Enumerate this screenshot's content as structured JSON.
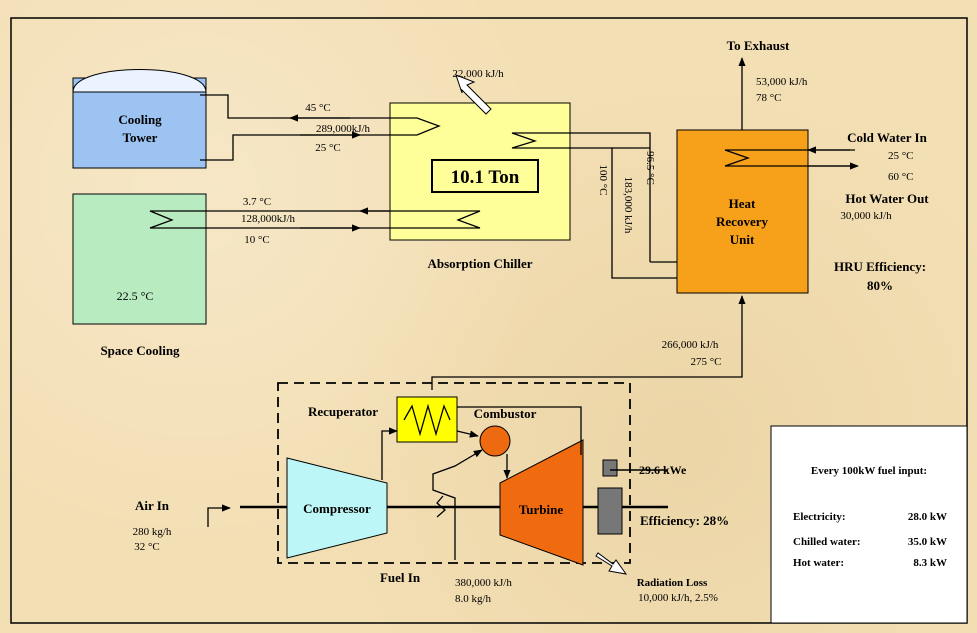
{
  "cooling_tower": {
    "label_line1": "Cooling",
    "label_line2": "Tower"
  },
  "space_cooling": {
    "label": "Space Cooling",
    "temperature": "22.5 °C"
  },
  "chiller": {
    "capacity": "10.1 Ton",
    "label": "Absorption Chiller",
    "heat_out": "22,000 kJ/h"
  },
  "cooling_loop": {
    "temp_hot": "45 °C",
    "flow": "289,000kJ/h",
    "temp_cold": "25 °C"
  },
  "chilled_loop": {
    "temp_cold": "3.7 °C",
    "flow": "128,000kJ/h",
    "temp_warm": "10 °C"
  },
  "chiller_to_hru": {
    "temp_in": "100 °C",
    "flow": "183,000 kJ/h",
    "temp_out": "96.5 °C"
  },
  "hru": {
    "label_line1": "Heat",
    "label_line2": "Recovery",
    "label_line3": "Unit",
    "efficiency_label": "HRU Efficiency:",
    "efficiency_value": "80%"
  },
  "exhaust": {
    "label": "To Exhaust",
    "flow": "53,000 kJ/h",
    "temp": "78 °C"
  },
  "hot_water": {
    "cold_in_label": "Cold Water In",
    "cold_temp": "25 °C",
    "hot_temp": "60 °C",
    "hot_out_label": "Hot Water Out",
    "flow": "30,000 kJ/h"
  },
  "turbine_exhaust": {
    "flow": "266,000 kJ/h",
    "temp": "275 °C"
  },
  "microturbine": {
    "recuperator": "Recuperator",
    "combustor": "Combustor",
    "compressor": "Compressor",
    "turbine": "Turbine",
    "power": "29.6 kWe",
    "efficiency": "Efficiency: 28%"
  },
  "air_in": {
    "label": "Air In",
    "flow": "280 kg/h",
    "temp": "32 °C"
  },
  "fuel_in": {
    "label": "Fuel In",
    "energy": "380,000 kJ/h",
    "flow": "8.0 kg/h"
  },
  "radiation": {
    "label": "Radiation Loss",
    "value": "10,000 kJ/h, 2.5%"
  },
  "summary": {
    "title": "Every 100kW fuel input:",
    "rows": [
      {
        "name": "Electricity:",
        "value": "28.0 kW"
      },
      {
        "name": "Chilled water:",
        "value": "35.0 kW"
      },
      {
        "name": "Hot water:",
        "value": "8.3 kW"
      }
    ]
  },
  "colors": {
    "cooling_tower": "#9cc3f2",
    "space_cooling": "#b8ecc0",
    "chiller": "#ffff99",
    "hru": "#f7a11a",
    "compressor": "#bdf6f6",
    "turbine": "#f06a10",
    "recuperator": "#ffff00",
    "combustor": "#ee6a10"
  }
}
